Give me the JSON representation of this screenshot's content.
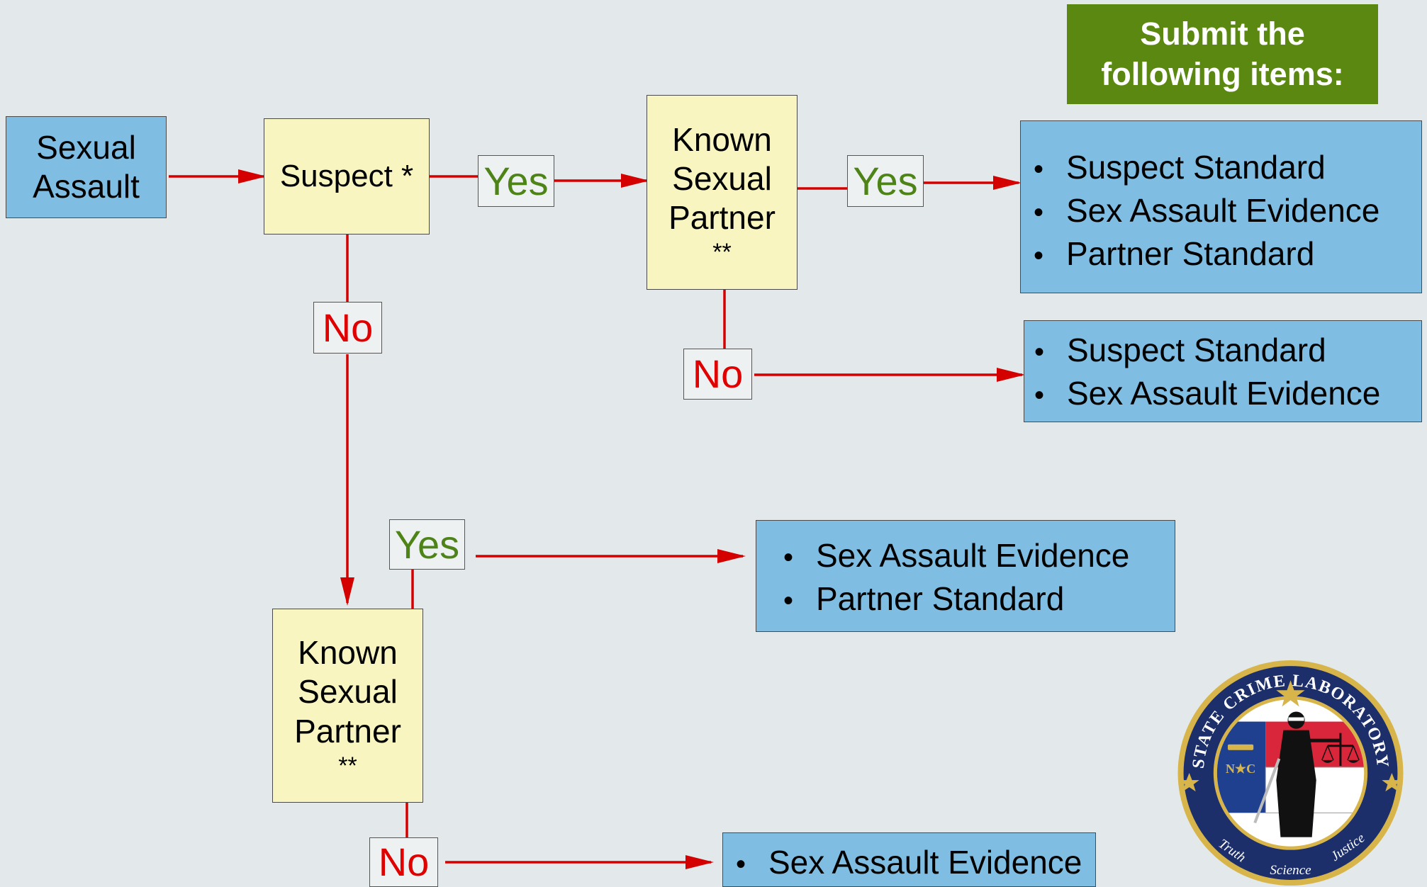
{
  "header": {
    "line1": "Submit the",
    "line2": "following items:"
  },
  "nodes": {
    "sexual_assault": {
      "line1": "Sexual",
      "line2": "Assault"
    },
    "suspect": {
      "text": "Suspect *"
    },
    "partner_top": {
      "line1": "Known",
      "line2": "Sexual",
      "line3": "Partner",
      "stars": "**"
    },
    "partner_bottom": {
      "line1": "Known",
      "line2": "Sexual",
      "line3": "Partner",
      "stars": "**"
    }
  },
  "labels": {
    "yes_1": "Yes",
    "yes_2": "Yes",
    "no_1": "No",
    "no_2": "No",
    "yes_3": "Yes",
    "no_3": "No"
  },
  "outcomes": {
    "out_1": [
      "Suspect Standard",
      "Sex Assault Evidence",
      "Partner Standard"
    ],
    "out_2": [
      "Suspect Standard",
      "Sex Assault Evidence"
    ],
    "out_3": [
      "Sex Assault Evidence",
      "Partner Standard"
    ],
    "out_4": [
      "Sex Assault Evidence"
    ]
  },
  "bullet": "•",
  "logo": {
    "top_text": "STATE CRIME LABORATORY",
    "bottom_left": "Truth",
    "bottom_mid": "Science",
    "bottom_right": "Justice",
    "state": "N★C",
    "colors": {
      "ring": "#1c2f6b",
      "gold": "#d8b54a",
      "blue": "#1f3f8f",
      "red": "#d9263a",
      "white": "#ffffff"
    }
  },
  "colors": {
    "arrow": "#d40000",
    "blue_box": "#7fbde3",
    "yellow_box": "#f8f5c0",
    "header": "#5a8811"
  }
}
